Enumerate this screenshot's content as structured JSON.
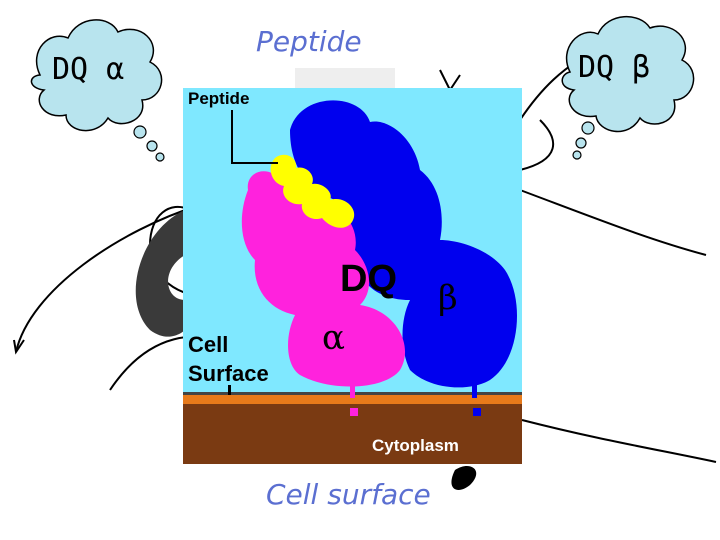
{
  "thought_bubbles": {
    "left": "DQ α",
    "right": "DQ β"
  },
  "labels": {
    "top": "Peptide",
    "bottom": "Cell surface"
  },
  "figure": {
    "peptide": "Peptide",
    "cell_surface_line1": "Cell",
    "cell_surface_line2": "Surface",
    "molecule": "DQ",
    "alpha": "α",
    "beta": "β",
    "cytoplasm": "Cytoplasm"
  },
  "colors": {
    "figure_background": "#7fe8ff",
    "alpha_chain": "#ff22dd",
    "beta_chain": "#0000ee",
    "peptide": "#ffff00",
    "membrane": "#e87a1a",
    "cytoplasm": "#7a3a12",
    "bubble_fill": "#b8e4ee",
    "caption_text": "#5b6fd1"
  }
}
